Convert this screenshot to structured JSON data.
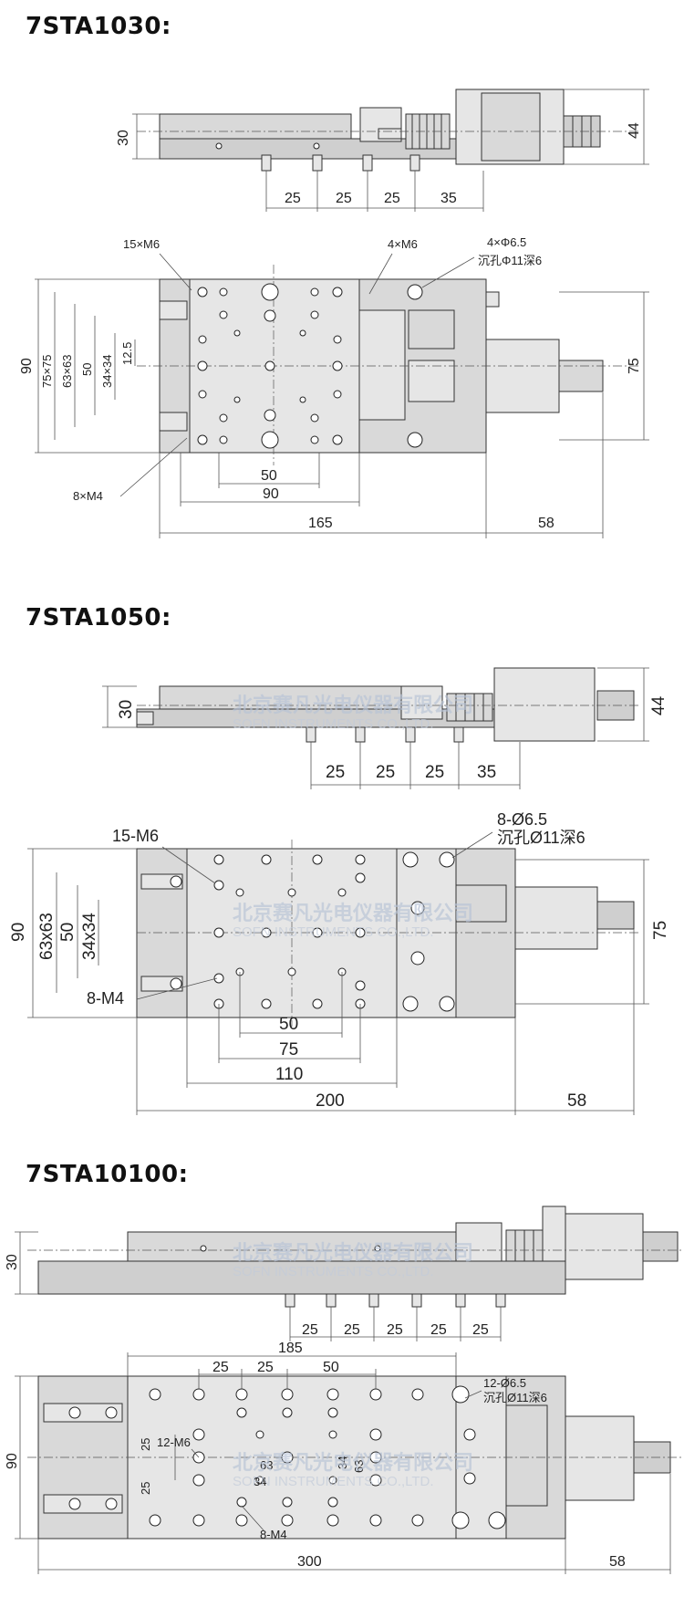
{
  "sections": [
    {
      "title": "7STA1030:",
      "side_dims": [
        "25",
        "25",
        "25",
        "35"
      ],
      "side_height": "30",
      "side_motor": "44",
      "top_labels": [
        "15×M6",
        "4×M6",
        "4×Φ6.5",
        "沉孔Φ11深6",
        "8×M4"
      ],
      "left_dims": [
        "90",
        "75×75",
        "63×63",
        "50",
        "34×34",
        "12.5"
      ],
      "bottom_dims": [
        "50",
        "90",
        "165",
        "58"
      ],
      "right_dim": "75"
    },
    {
      "title": "7STA1050:",
      "side_dims": [
        "25",
        "25",
        "25",
        "35"
      ],
      "side_height": "30",
      "side_motor": "44",
      "top_labels": [
        "15-M6",
        "8-Ø6.5",
        "沉孔Ø11深6",
        "8-M4"
      ],
      "left_dims": [
        "90",
        "63x63",
        "50",
        "34x34"
      ],
      "bottom_dims": [
        "50",
        "75",
        "110",
        "200",
        "58"
      ],
      "right_dim": "75"
    },
    {
      "title": "7STA10100:",
      "side_dims": [
        "25",
        "25",
        "25",
        "25",
        "25"
      ],
      "side_height": "30",
      "top_labels": [
        "12-Ø6.5",
        "沉孔Ø11深6",
        "12-M6",
        "8-M4"
      ],
      "top_dims": [
        "185",
        "25",
        "25",
        "50"
      ],
      "inner_dims": [
        "25",
        "25",
        "63",
        "63",
        "34",
        "34"
      ],
      "left_dims": [
        "90"
      ],
      "bottom_dims": [
        "300",
        "58"
      ]
    }
  ],
  "watermark": {
    "cn": "北京赛凡光电仪器有限公司",
    "en": "SOFN INSTRUMENTS CO.,LTD."
  }
}
